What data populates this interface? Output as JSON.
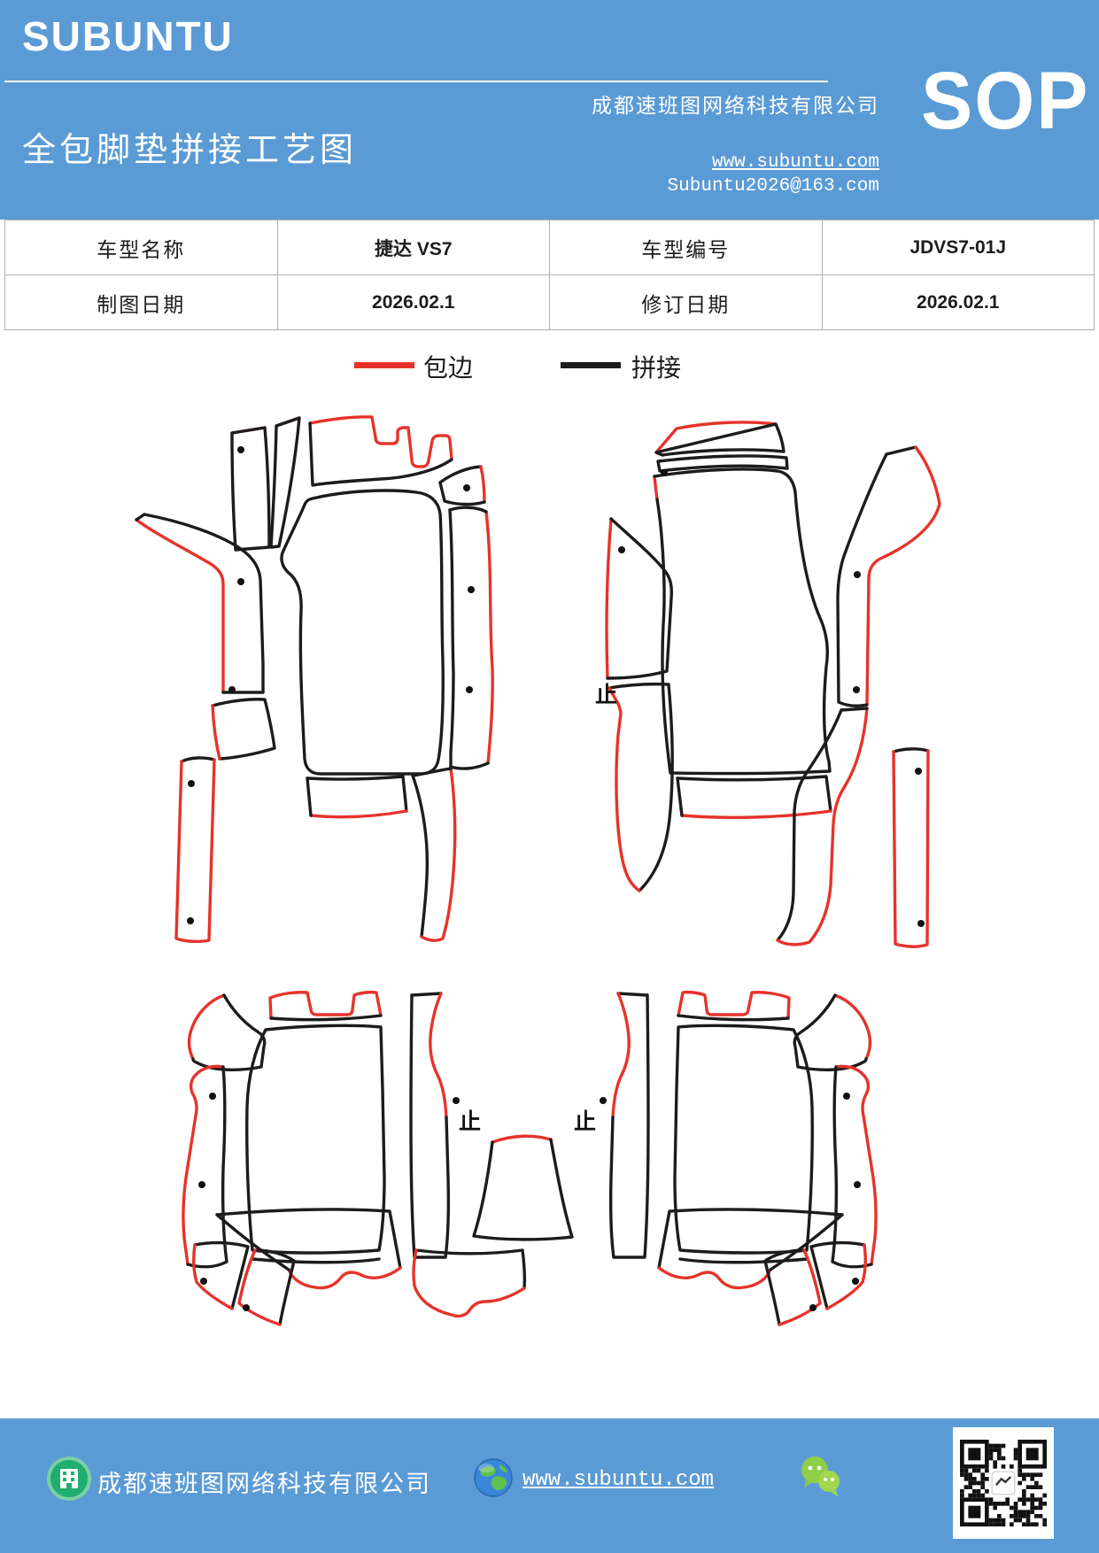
{
  "colors": {
    "accent_blue": "#5b9bd5",
    "binding_red": "#e6332a",
    "splice_black": "#1c1c1c",
    "table_border": "#b0b0b0",
    "building_icon_green": "#1fae6f",
    "wechat_green": "#97d34e"
  },
  "header": {
    "brand": "SUBUNTU",
    "title": "全包脚垫拼接工艺图",
    "company": "成都速班图网络科技有限公司",
    "website": "www.subuntu.com",
    "email": "Subuntu2026@163.com",
    "sop_label": "SOP"
  },
  "info_table": {
    "r1c1": "车型名称",
    "r1c2": "捷达 VS7",
    "r1c3": "车型编号",
    "r1c4": "JDVS7-01J",
    "r2c1": "制图日期",
    "r2c2": "2026.02.1",
    "r2c3": "修订日期",
    "r2c4": "2026.02.1"
  },
  "legend": {
    "binding_label": "包边",
    "splice_label": "拼接"
  },
  "drawing": {
    "stop_label": "止"
  },
  "footer": {
    "company": "成都速班图网络科技有限公司",
    "website": "www.subuntu.com"
  }
}
